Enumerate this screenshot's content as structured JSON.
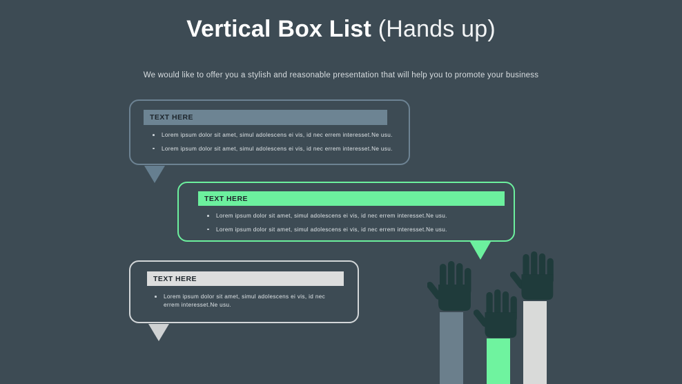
{
  "slide": {
    "background_color": "#3d4b54",
    "title_main": "Vertical Box List ",
    "title_sub": "(Hands up)",
    "subtitle": "We would like to offer you a stylish and reasonable presentation that will help you to promote your business"
  },
  "boxes": [
    {
      "id": "box-1",
      "header": "TEXT HERE",
      "header_color": "#6d8493",
      "border_color": "#6d8393",
      "tail_color": "#667f90",
      "tail_side": "left",
      "bullets": [
        "Lorem  ipsum dolor sit amet,  simul adolescens  ei vis,  id nec errem  interesset.Ne  usu.",
        "Lorem  ipsum dolor sit amet,  simul adolescens  ei vis,  id nec errem  interesset.Ne  usu."
      ]
    },
    {
      "id": "box-2",
      "header": "TEXT HERE",
      "header_color": "#6cf09e",
      "border_color": "#6cf09e",
      "tail_color": "#6cf09e",
      "tail_side": "right",
      "bullets": [
        "Lorem  ipsum dolor sit amet,  simul adolescens  ei vis,  id nec errem  interesset.Ne  usu.",
        "Lorem  ipsum dolor sit amet,  simul adolescens  ei vis,  id nec errem  interesset.Ne  usu."
      ]
    },
    {
      "id": "box-3",
      "header": "TEXT HERE",
      "header_color": "#dcdddd",
      "border_color": "#d3d7d9",
      "tail_color": "#cfd2d3",
      "tail_side": "left",
      "bullets": [
        "Lorem  ipsum dolor sit amet,  simul adolescens  ei vis, id nec errem  interesset.Ne  usu."
      ]
    }
  ],
  "hands": {
    "hand_color": "#1f3b3b",
    "items": [
      {
        "name": "hand-left",
        "sleeve_color": "#6b7f8c"
      },
      {
        "name": "hand-middle",
        "sleeve_color": "#6ff39f"
      },
      {
        "name": "hand-right",
        "sleeve_color": "#d9dad9"
      }
    ]
  }
}
